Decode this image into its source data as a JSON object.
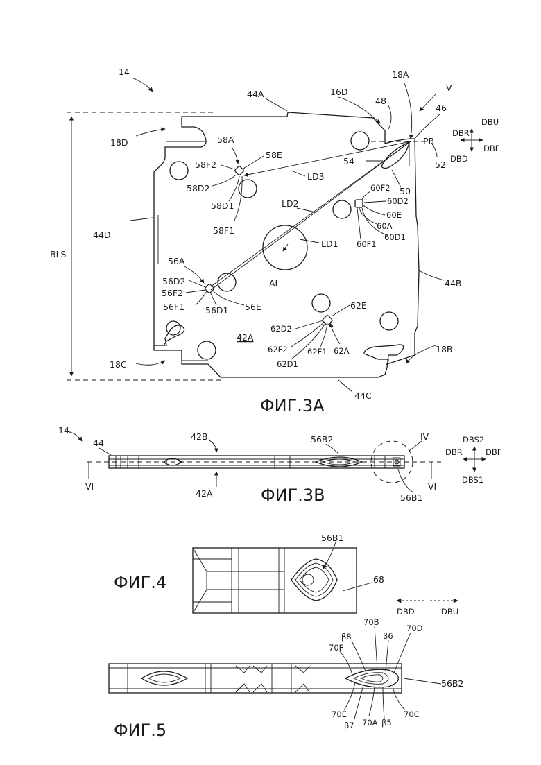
{
  "fig3a": {
    "caption": "ФИГ.3A",
    "labels": {
      "l14": "14",
      "l18A": "18A",
      "l44A": "44A",
      "l16D": "16D",
      "l48": "48",
      "l46": "46",
      "lV": "V",
      "l18D": "18D",
      "l58A": "58A",
      "l58E": "58E",
      "l58F2": "58F2",
      "l58D2": "58D2",
      "l58D1": "58D1",
      "l58F1": "58F1",
      "lLD3": "LD3",
      "l54": "54",
      "lPB": "PB",
      "l52": "52",
      "l50": "50",
      "lLD2": "LD2",
      "l60F2": "60F2",
      "l60D2": "60D2",
      "l60E": "60E",
      "l60A": "60A",
      "l60D1": "60D1",
      "l60F1": "60F1",
      "lLD1": "LD1",
      "lAI": "AI",
      "l44D": "44D",
      "lBLS": "BLS",
      "l44B": "44B",
      "l56A": "56A",
      "l56D2": "56D2",
      "l56F2": "56F2",
      "l56F1": "56F1",
      "l56D1": "56D1",
      "l56E": "56E",
      "l62E": "62E",
      "l62D2": "62D2",
      "l62F2": "62F2",
      "l62F1": "62F1",
      "l62A": "62A",
      "l62D1": "62D1",
      "l42A": "42A",
      "l18C": "18C",
      "l18B": "18B",
      "l44C": "44C"
    },
    "directions": {
      "up": "DBU",
      "rear": "DBR",
      "front": "DBF",
      "down": "DBD"
    }
  },
  "fig3b": {
    "caption": "ФИГ.3B",
    "labels": {
      "l14": "14",
      "l44": "44",
      "l42B": "42B",
      "l56B2": "56B2",
      "lIV": "IV",
      "lVIleft": "VI",
      "l42A": "42A",
      "l56B1": "56B1",
      "lVIright": "VI"
    },
    "directions": {
      "up": "DBS2",
      "rear": "DBR",
      "front": "DBF",
      "down": "DBS1"
    }
  },
  "fig4": {
    "caption": "ФИГ.4",
    "labels": {
      "l56B1": "56B1",
      "l68": "68"
    },
    "directions": {
      "down": "DBD",
      "up": "DBU"
    }
  },
  "fig5": {
    "caption": "ФИГ.5",
    "labels": {
      "l70B": "70B",
      "lb8": "β8",
      "lb6": "β6",
      "l70D": "70D",
      "l70F": "70F",
      "l56B2": "56B2",
      "l70E": "70E",
      "lb7": "β7",
      "l70A": "70A",
      "lb5": "β5",
      "l70C": "70C"
    }
  }
}
